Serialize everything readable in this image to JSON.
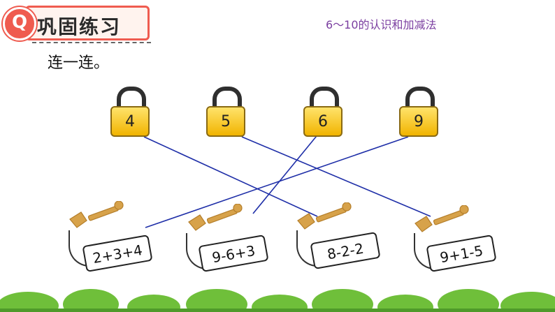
{
  "header": {
    "title": "巩固练习",
    "title_badge": "Q",
    "subtitle": "6～10的认识和加减法",
    "instruction": "连一连。"
  },
  "locks": [
    {
      "number": "4"
    },
    {
      "number": "5"
    },
    {
      "number": "6"
    },
    {
      "number": "9"
    }
  ],
  "keys": [
    {
      "expression": "2+3+4"
    },
    {
      "expression": "9-6+3"
    },
    {
      "expression": "8-2-2"
    },
    {
      "expression": "9+1-5"
    }
  ],
  "colors": {
    "accent": "#ef5b4f",
    "subtitle": "#7b3fa0",
    "line": "#1f2fa8",
    "lock": "#f1b400",
    "grass": "#6fbf3a"
  }
}
